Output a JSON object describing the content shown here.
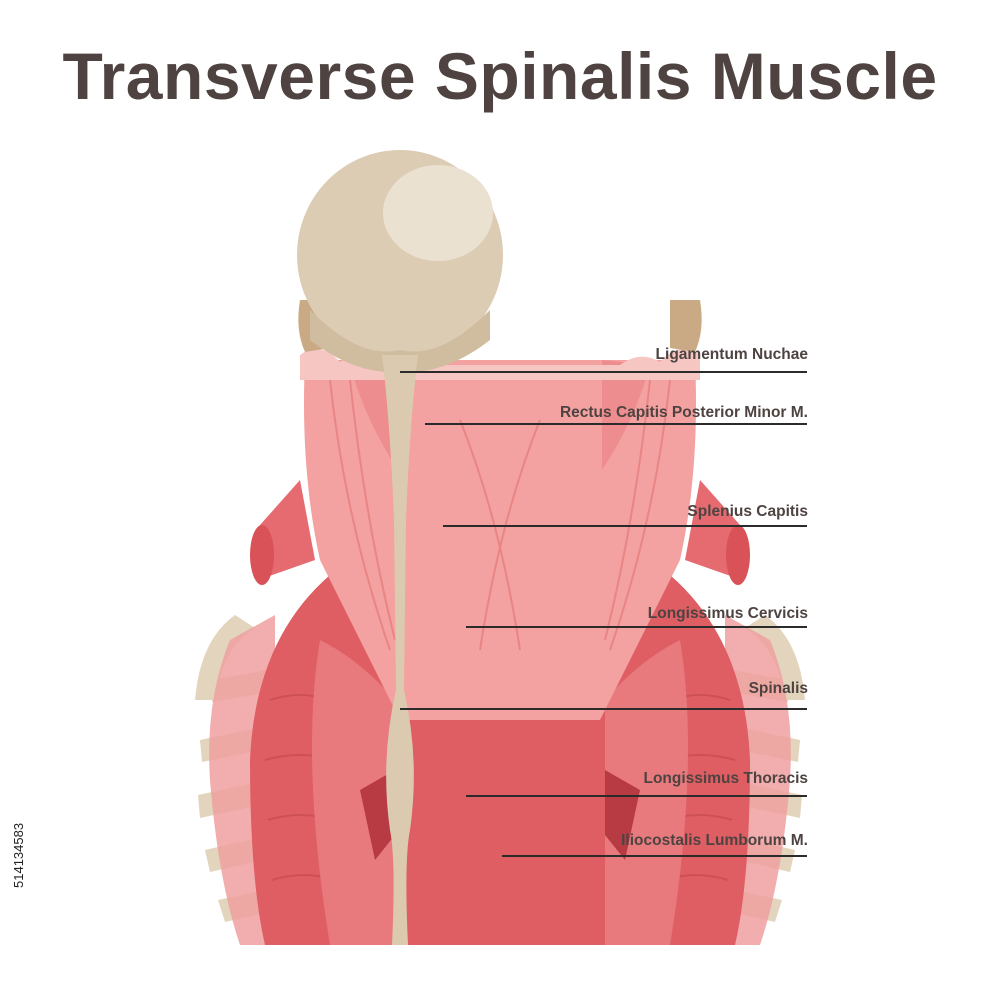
{
  "title": "Transverse Spinalis Muscle",
  "labels": [
    {
      "text": "Ligamentum Nuchae"
    },
    {
      "text": "Rectus Capitis Posterior Minor M."
    },
    {
      "text": "Splenius Capitis"
    },
    {
      "text": "Longissimus Cervicis"
    },
    {
      "text": "Spinalis"
    },
    {
      "text": "Longissimus Thoracis"
    },
    {
      "text": "Iliocostalis Lumborum M."
    }
  ],
  "watermark_id": "514134583",
  "colors": {
    "title_text": "#4e4341",
    "bone": "#dccab0",
    "skull": "#ddccb4",
    "muscle_light": "#f3a1a1",
    "muscle_mid": "#ea8a8a",
    "muscle_dark": "#de5e63",
    "muscle_deep": "#b83b43",
    "leader_line": "#2b2b2b"
  }
}
